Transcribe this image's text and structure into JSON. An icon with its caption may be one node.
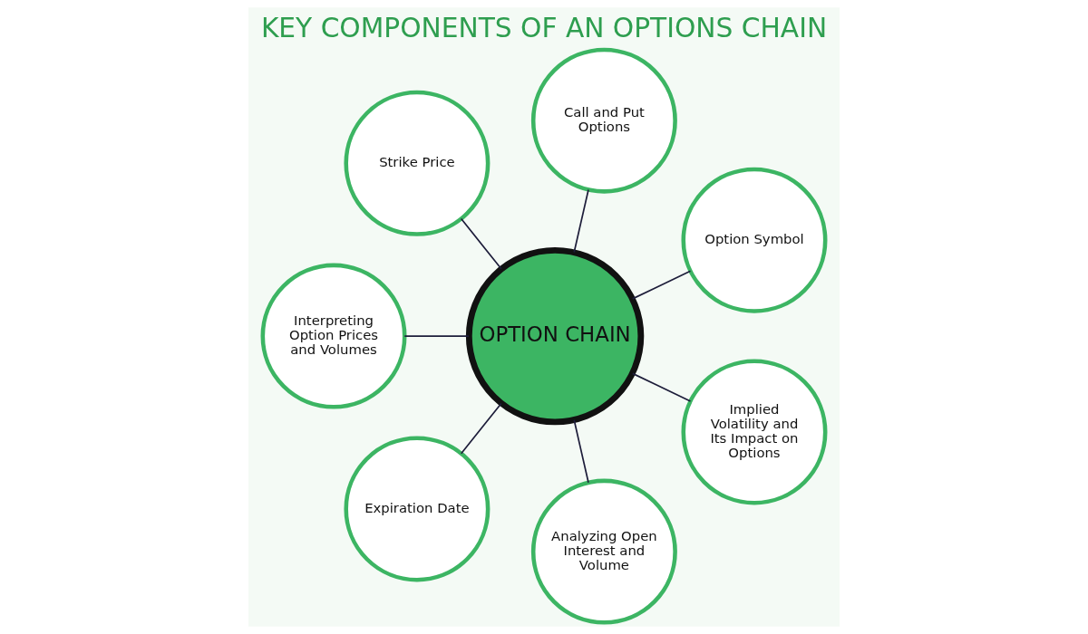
{
  "diagram": {
    "title": "KEY COMPONENTS OF AN OPTIONS CHAIN",
    "nodes": [
      {
        "text": [
          "OPTION CHAIN"
        ]
      },
      {
        "text": [
          "Option Symbol"
        ]
      },
      {
        "text": [
          "Call and Put Options"
        ]
      },
      {
        "text": [
          "Strike Price"
        ]
      },
      {
        "text": [
          "Interpreting Option Prices and Volumes"
        ]
      },
      {
        "text": [
          "Expiration Date"
        ]
      },
      {
        "text": [
          "Analyzing Open Interest and Volume"
        ]
      },
      {
        "text": [
          "Implied Volatility and Its Impact on Options"
        ]
      }
    ],
    "edges": [
      {
        "from": 0,
        "to": 1,
        "arrow": "none"
      },
      {
        "from": 0,
        "to": 2,
        "arrow": "none"
      },
      {
        "from": 0,
        "to": 3,
        "arrow": "none"
      },
      {
        "from": 0,
        "to": 4,
        "arrow": "none"
      },
      {
        "from": 0,
        "to": 5,
        "arrow": "none"
      },
      {
        "from": 0,
        "to": 6,
        "arrow": "none"
      },
      {
        "from": 0,
        "to": 7,
        "arrow": "none"
      }
    ]
  }
}
